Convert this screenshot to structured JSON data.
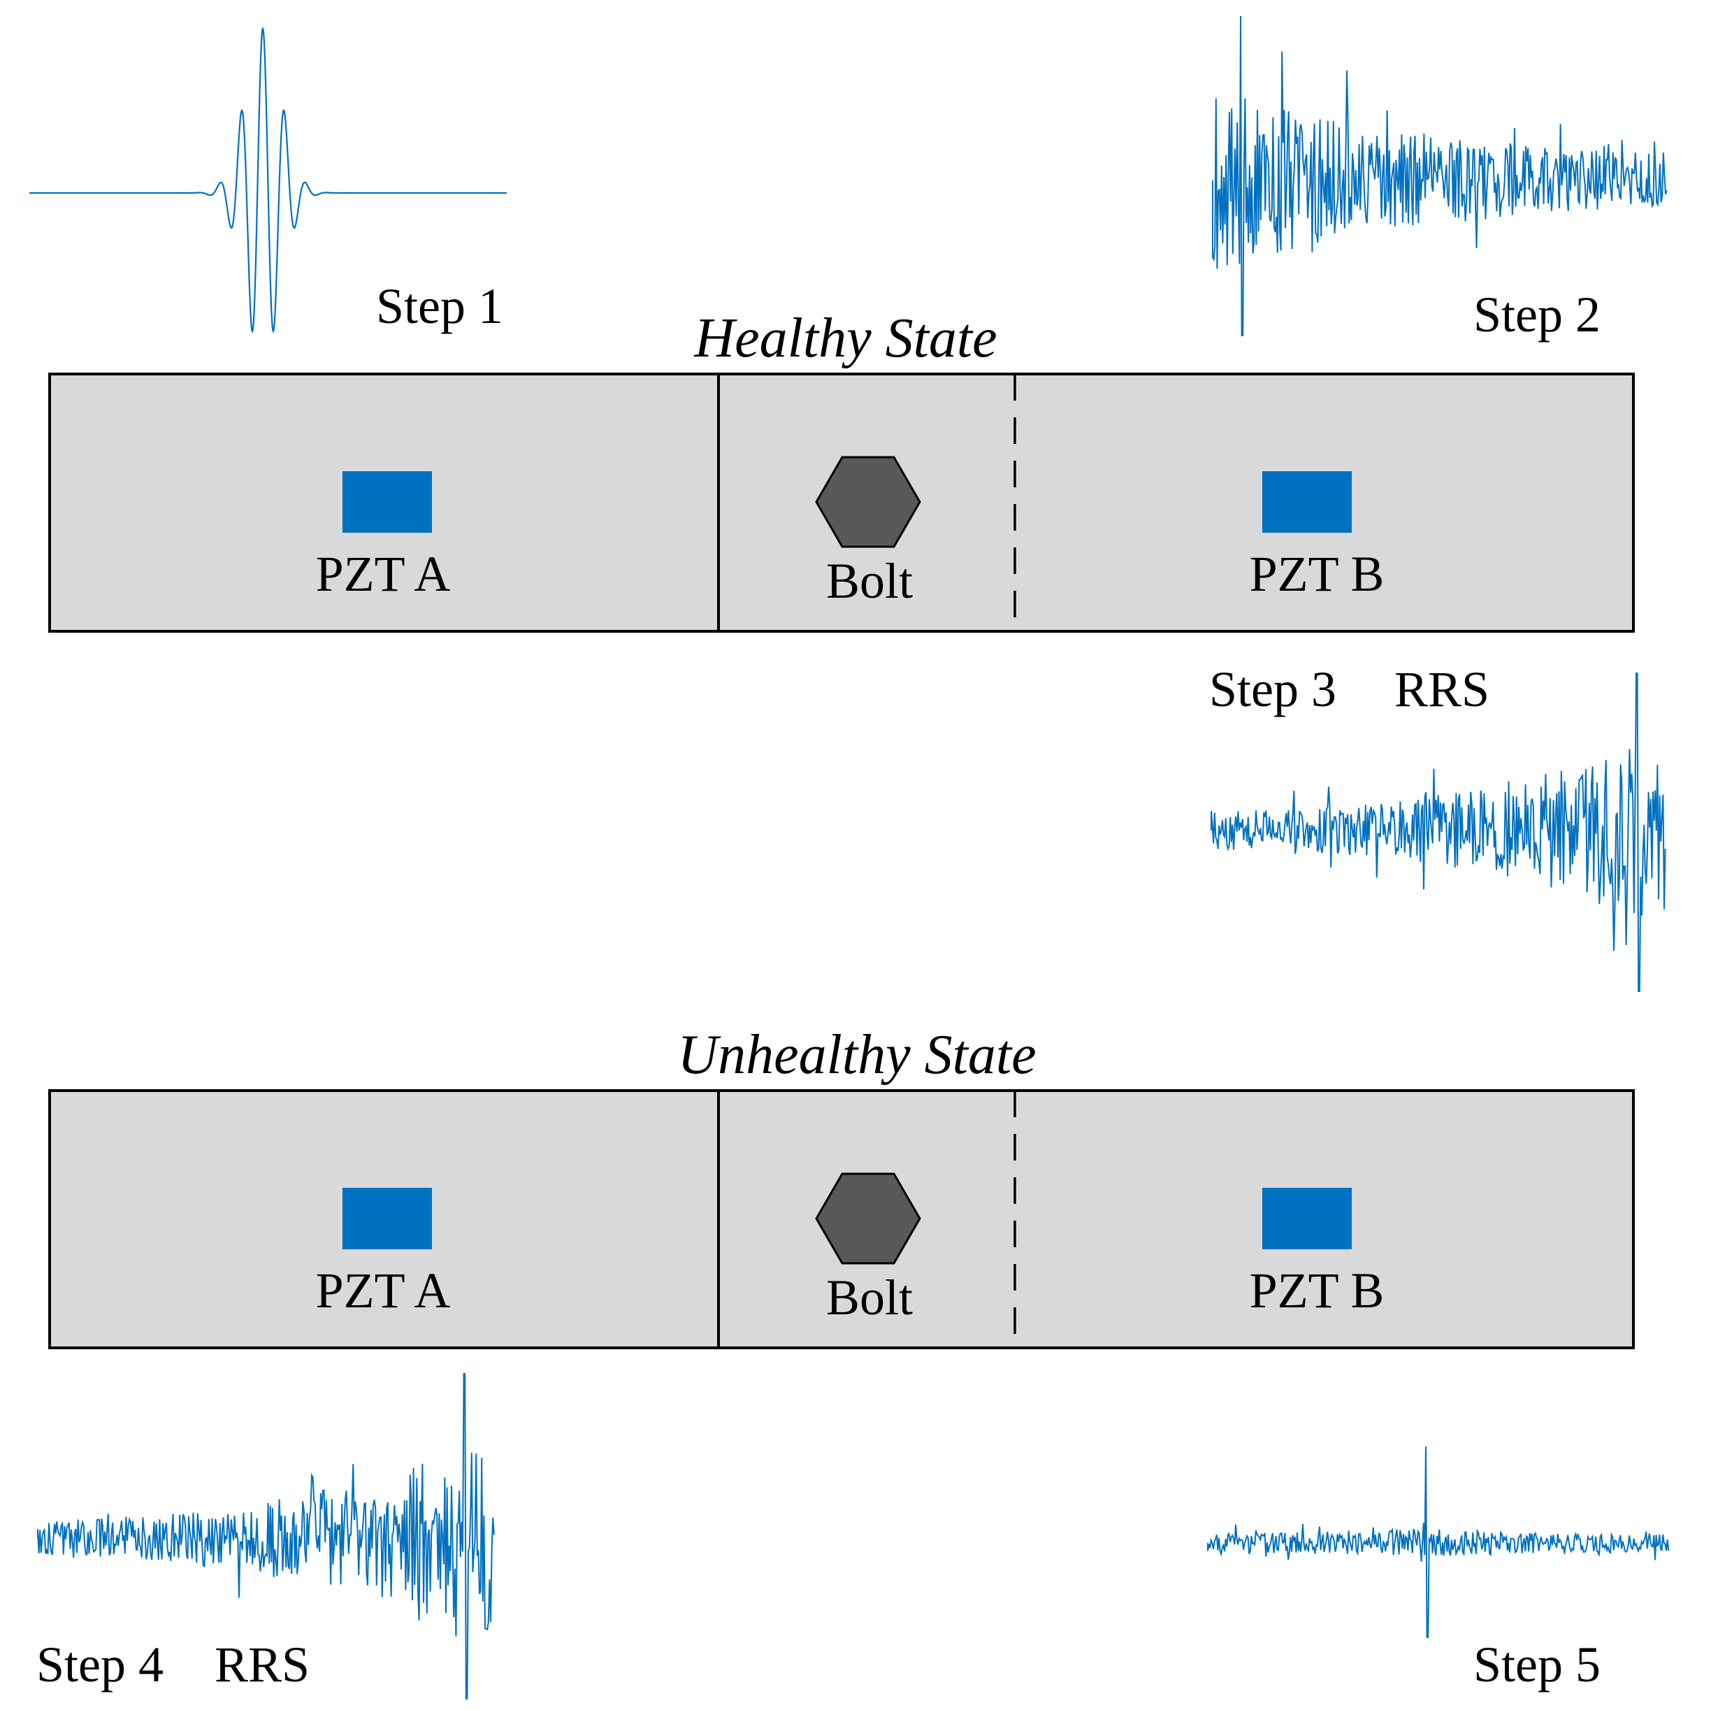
{
  "colors": {
    "plate": "#d9d9d9",
    "pzt": "#0070c0",
    "bolt": "#595959",
    "signal": "#0070c0",
    "outline": "#000000"
  },
  "states": [
    {
      "title": "Healthy State",
      "pzt_a": "PZT A",
      "bolt": "Bolt",
      "pzt_b": "PZT B"
    },
    {
      "title": "Unhealthy State",
      "pzt_a": "PZT A",
      "bolt": "Bolt",
      "pzt_b": "PZT B"
    }
  ],
  "steps": [
    {
      "label": "Step 1",
      "signal": "tone-burst excitation"
    },
    {
      "label": "Step 2",
      "signal": "decaying response"
    },
    {
      "label": "Step 3",
      "extra": "RRS",
      "signal": "reversed response"
    },
    {
      "label": "Step 4",
      "extra": "RRS",
      "signal": "reversed response"
    },
    {
      "label": "Step 5",
      "signal": "focused peak"
    }
  ]
}
